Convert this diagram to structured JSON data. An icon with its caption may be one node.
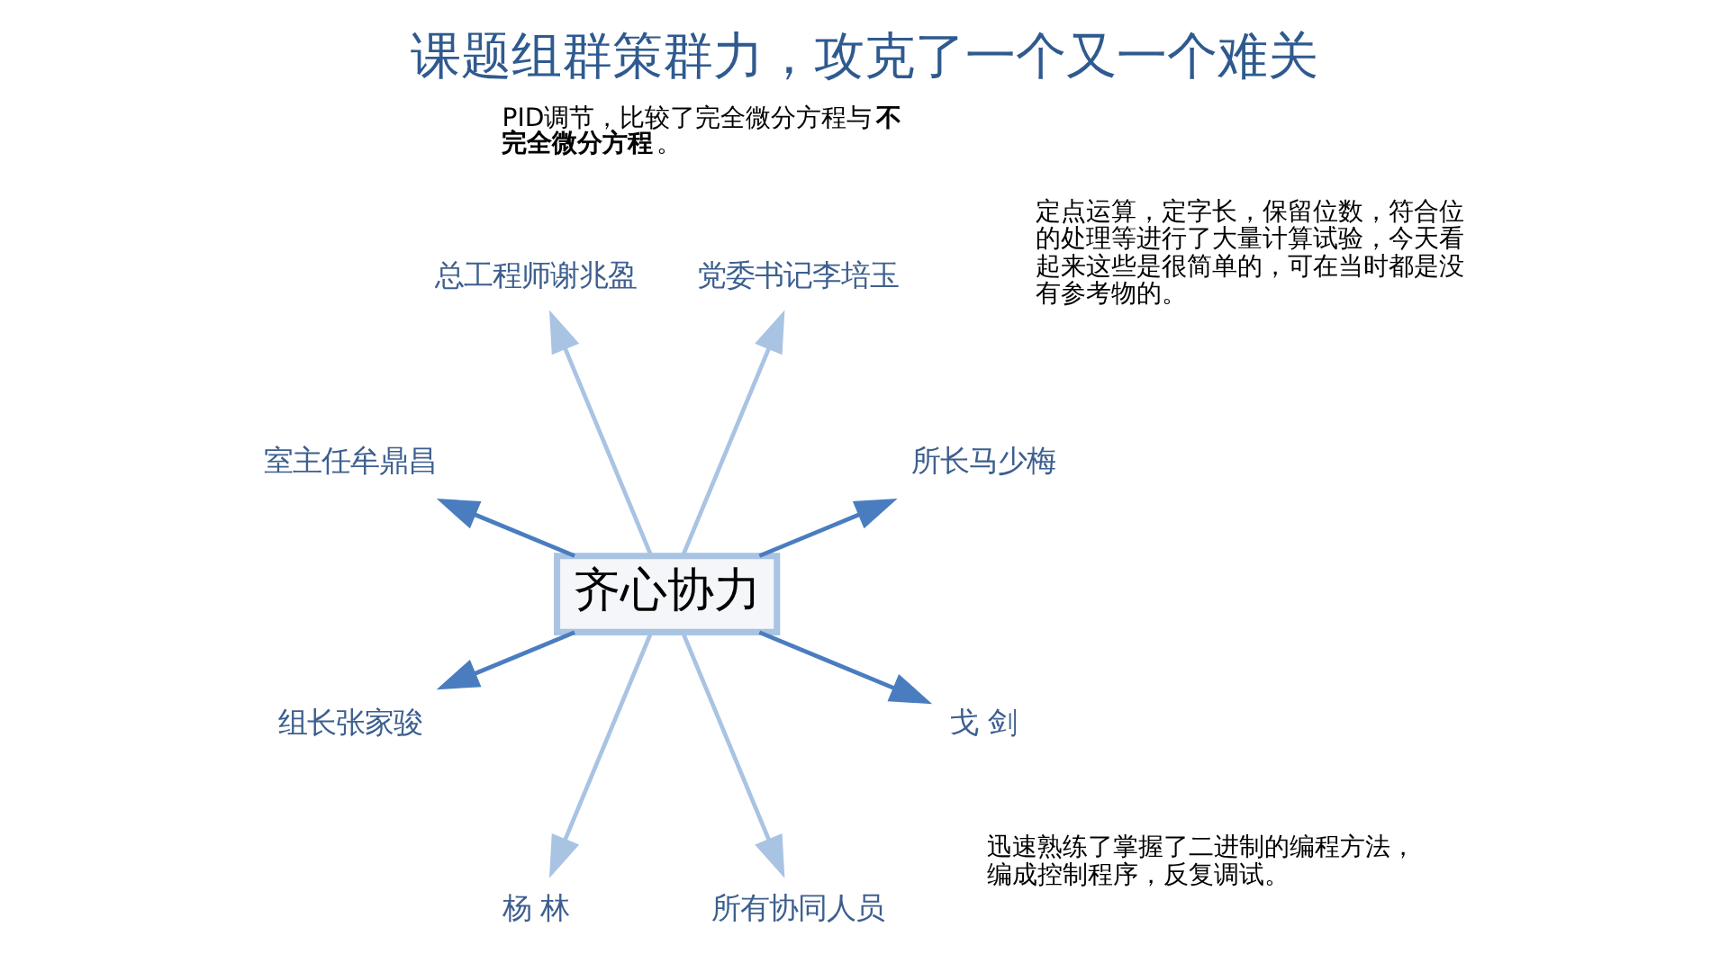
{
  "diagram": {
    "title": "课题组群策群力，攻克了一个又一个难关",
    "nodes": [
      {
        "text": [
          "齐心协力"
        ]
      },
      {
        "text": [
          "所长马少梅"
        ]
      },
      {
        "text": [
          "党委书记李培玉"
        ]
      },
      {
        "text": [
          "总工程师谢兆盈"
        ]
      },
      {
        "text": [
          "室主任牟鼎昌"
        ]
      },
      {
        "text": [
          "组长张家骏"
        ]
      },
      {
        "text": [
          "杨 林"
        ]
      },
      {
        "text": [
          "所有协同人员"
        ]
      },
      {
        "text": [
          "戈 剑"
        ]
      }
    ],
    "edges": [
      {
        "from": 0,
        "to": 1,
        "arrow": "to"
      },
      {
        "from": 0,
        "to": 2,
        "arrow": "to",
        "color": "#a9c3e3"
      },
      {
        "from": 0,
        "to": 3,
        "arrow": "to",
        "color": "#a9c3e3"
      },
      {
        "from": 0,
        "to": 4,
        "arrow": "to"
      },
      {
        "from": 0,
        "to": 5,
        "arrow": "to"
      },
      {
        "from": 0,
        "to": 6,
        "arrow": "to",
        "color": "#a9c3e3"
      },
      {
        "from": 0,
        "to": 7,
        "arrow": "to",
        "color": "#a9c3e3"
      },
      {
        "from": 0,
        "to": 8,
        "arrow": "to"
      }
    ],
    "labels": [
      "迅速熟练了掌握了二进制的编程方法，编成控制程序，反复调试。",
      "PID调节，比较了完全微分方程与**不完全微分方程**。",
      "定点运算，定字长，保留位数，符合位的处理等进行了大量计算试验，今天看起来这些是很简单的，可在当时都是没有参考物的。"
    ]
  }
}
